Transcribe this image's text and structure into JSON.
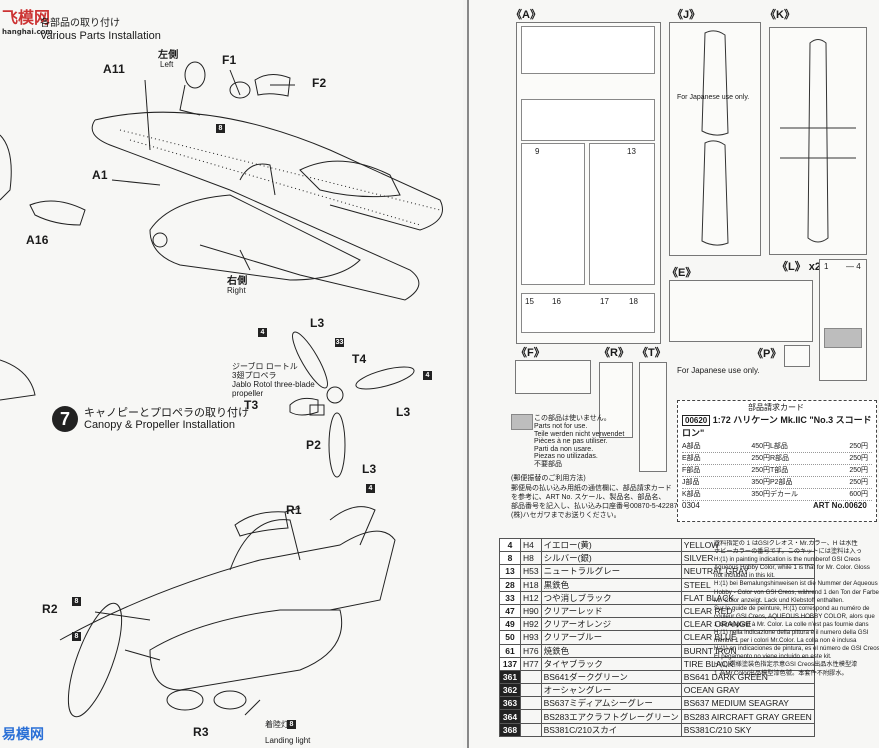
{
  "watermark": {
    "top": "飞模网",
    "top_sub": "hanghai.com",
    "bottom": "易模网"
  },
  "step6": {
    "title_jp": "各部品の取り付け",
    "title_en": "Various Parts Installation"
  },
  "step7": {
    "number": "7",
    "title_jp": "キャノピーとプロペラの取り付け",
    "title_en": "Canopy & Propeller Installation"
  },
  "labels": {
    "a11": "A11",
    "left_jp": "左側",
    "left_en": "Left",
    "f1": "F1",
    "f2": "F2",
    "a1": "A1",
    "a16": "A16",
    "right_jp": "右側",
    "right_en": "Right",
    "l3a": "L3",
    "l3b": "L3",
    "l3c": "L3",
    "t4": "T4",
    "t3": "T3",
    "p2": "P2",
    "prop_jp": "ジーブロ ロートル\n3翅プロペラ",
    "prop_en": "Jablo Rotol three-blade\npropeller",
    "r1": "R1",
    "r2": "R2",
    "r3": "R3",
    "landing_jp": "着陸灯",
    "landing_en": "Landing light",
    "paint8a": "8",
    "paint8b": "8",
    "paint8c": "8",
    "paint8d": "8",
    "paint4a": "4",
    "paint4b": "4",
    "paint4c": "4",
    "paint33": "33"
  },
  "sprues": {
    "a": "《A》",
    "j": "《J》",
    "k": "《K》",
    "e": "《E》",
    "l": "《L》",
    "l_qty": "x2",
    "f": "《F》",
    "r": "《R》",
    "t": "《T》",
    "p": "《P》"
  },
  "info": {
    "unused_jp": "この部品は使いません。",
    "unused_en": "Parts not for use.\nTeile werden nicht verwendet\nPièces à ne pas utiliser.\nParti da non usare.\nPiezas no utilizadas.\n不要部品",
    "japan_only": "For Japanese use only.",
    "order_title": "部品請求カード",
    "order_code": "00620",
    "order_scale": "1:72",
    "order_name": "ハリケーン Mk.IIC \"No.3 スコードロン\"",
    "price_rows": [
      {
        "part": "A部品",
        "price": "450円",
        "part2": "L部品",
        "price2": "250円"
      },
      {
        "part": "E部品",
        "price": "250円",
        "part2": "R部品",
        "price2": "250円"
      },
      {
        "part": "F部品",
        "price": "250円",
        "part2": "T部品",
        "price2": "250円"
      },
      {
        "part": "J部品",
        "price": "350円",
        "part2": "P2部品",
        "price2": "250円"
      },
      {
        "part": "K部品",
        "price": "350円",
        "part2": "デカール",
        "price2": "600円"
      }
    ],
    "art_no": "ART No.00620",
    "code_0304": "0304",
    "mail_title": "(郵便振替のご利用方法)",
    "mail_text": "郵便局の払い込み用紙の通信欄に、部品請求カード\nを参考に、ART No. スケール、製品名、部品名、\n部品番号を記入し、払い込み口座番号00870-5-42287\n(株)ハセガワまでお送りください。"
  },
  "paints": [
    {
      "num": "4",
      "code": "H4",
      "jp": "イエロー(黄)",
      "en": "YELLOW"
    },
    {
      "num": "8",
      "code": "H8",
      "jp": "シルバー(銀)",
      "en": "SILVER"
    },
    {
      "num": "13",
      "code": "H53",
      "jp": "ニュートラルグレー",
      "en": "NEUTRAL GRAY"
    },
    {
      "num": "28",
      "code": "H18",
      "jp": "黒鉄色",
      "en": "STEEL"
    },
    {
      "num": "33",
      "code": "H12",
      "jp": "つや消しブラック",
      "en": "FLAT BLACK"
    },
    {
      "num": "47",
      "code": "H90",
      "jp": "クリアーレッド",
      "en": "CLEAR RED"
    },
    {
      "num": "49",
      "code": "H92",
      "jp": "クリアーオレンジ",
      "en": "CLEAR ORANGE"
    },
    {
      "num": "50",
      "code": "H93",
      "jp": "クリアーブルー",
      "en": "CLEAR BLUE"
    },
    {
      "num": "61",
      "code": "H76",
      "jp": "焼鉄色",
      "en": "BURNT IRON"
    },
    {
      "num": "137",
      "code": "H77",
      "jp": "タイヤブラック",
      "en": "TIRE BLACK"
    },
    {
      "num": "361",
      "code": "",
      "jp": "BS641ダークグリーン",
      "en": "BS641 DARK GREEN"
    },
    {
      "num": "362",
      "code": "",
      "jp": "オーシャングレー",
      "en": "OCEAN GRAY"
    },
    {
      "num": "363",
      "code": "",
      "jp": "BS637ミディアムシーグレー",
      "en": "BS637 MEDIUM SEAGRAY"
    },
    {
      "num": "364",
      "code": "",
      "jp": "BS283エアクラフトグレーグリーン",
      "en": "BS283 AIRCRAFT GRAY GREEN"
    },
    {
      "num": "368",
      "code": "",
      "jp": "BS381C/210スカイ",
      "en": "BS381C/210 SKY"
    }
  ],
  "notes": [
    "塗料指定の 1 はGSIクレオス・Mr.カラー、H は水性",
    "ホビーカラーの番号です。このキットには塗料は入っ",
    "H:(1) in painting indication is the numberof GSI Creos",
    "Aqueous Hobby Color, while 1 is that for Mr. Color. Gloss",
    "not included in this kit.",
    "H:(1) bei Bemalungshinweisen ist die Nummer der Aqueous",
    "Hobby - Color von GSI Creos, während 1 den Ton der Farben",
    "Mr. Color anzeigt. Lack und Klebstoff enthalten.",
    "Sur le guide de peinture, H:(1) correspond au numéro de",
    "couleur GSI Creos, AQUEOUS HOBBY COLOR, alors que",
    "1 correspond à Mr. Color. La colle n'est pas fournie dans",
    "H:(1) nella indicazione della pittura è il numero della GSI",
    "mentre 1 per i colori Mr.Color. La colla non è inclusa",
    "H:(1) en indicaciones de pintura, es el número de GSI Creos",
    "El pegamento no viene incluido en este kit.",
    "H:(1) 選様塗装色指定示意GSI Creos出品水性模型漆",
    "1 為Mr.Color出品模型漆色號。本套件不附膠水。"
  ],
  "decal_head": {
    "left": "1",
    "right": "— 4"
  },
  "colors": {
    "ink": "#1a1a1a",
    "paper": "#f7f7f5",
    "unused_gray": "#bdbdbd",
    "number_badge": "#222222"
  }
}
